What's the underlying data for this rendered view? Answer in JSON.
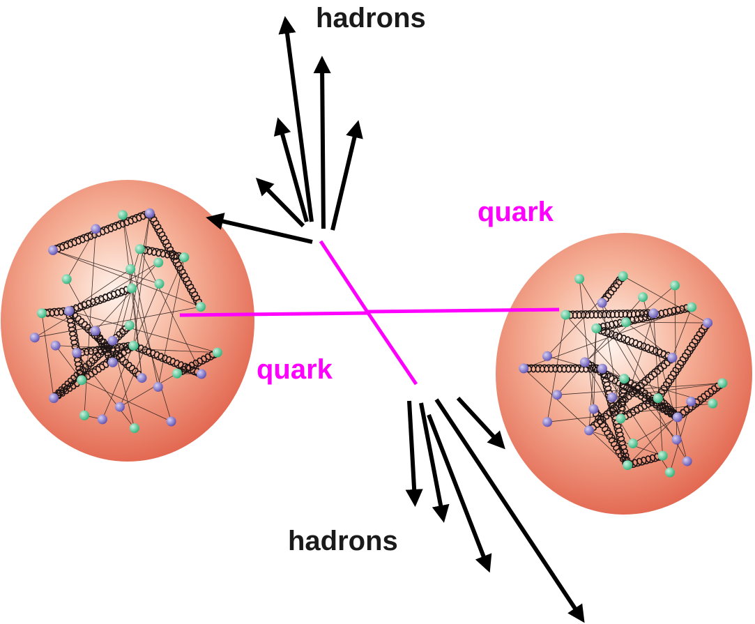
{
  "labels": {
    "hadrons_top": "hadrons",
    "hadrons_bottom": "hadrons",
    "quark_right": "quark",
    "quark_left": "quark"
  },
  "colors": {
    "quark_line": "#ff00ff",
    "arrow": "#000000",
    "label_text": "#1a1a1a",
    "proton_light": "#fde8dc",
    "proton_mid": "#f3a58a",
    "proton_dark": "#e2664f",
    "quark_green": "#2fb07a",
    "quark_purple": "#6d5fb8"
  }
}
